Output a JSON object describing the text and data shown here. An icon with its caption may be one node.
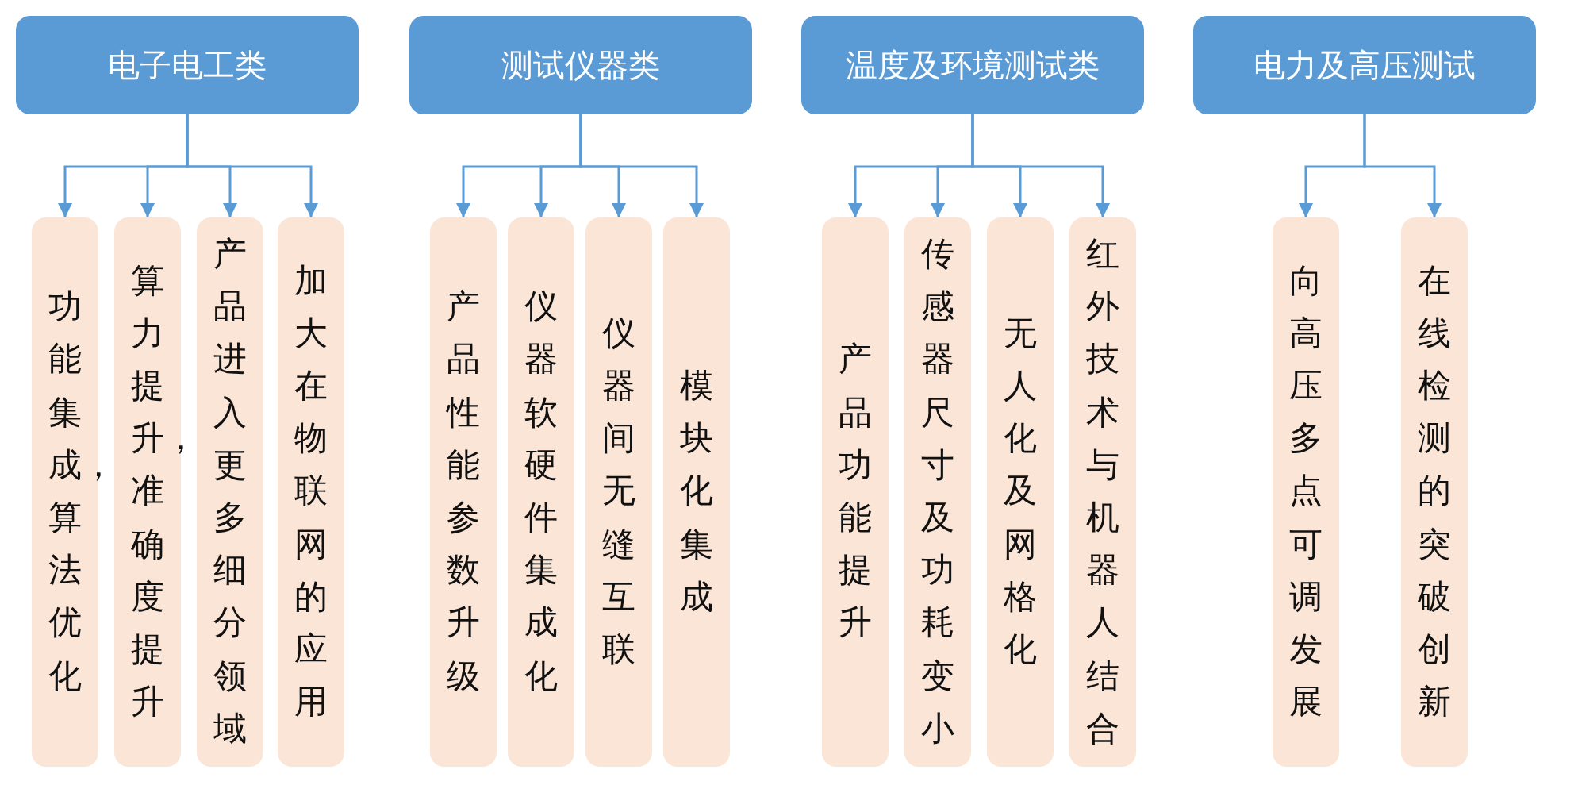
{
  "diagram": {
    "nodes": [
      {
        "text": [
          "电子电工类"
        ]
      },
      {
        "text": [
          "测试仪器类"
        ]
      },
      {
        "text": [
          "温度及环境测试类"
        ]
      },
      {
        "text": [
          "电力及高压测试"
        ]
      },
      {
        "text": [
          "功能集成，算法优化"
        ]
      },
      {
        "text": [
          "算力提升，准确度提升"
        ]
      },
      {
        "text": [
          "产品进入更多细分领域"
        ]
      },
      {
        "text": [
          "加大在物联网的应用"
        ]
      },
      {
        "text": [
          "产品性能参数升级"
        ]
      },
      {
        "text": [
          "仪器软硬件集成化"
        ]
      },
      {
        "text": [
          "仪器间无缝互联"
        ]
      },
      {
        "text": [
          "模块化集成"
        ]
      },
      {
        "text": [
          "产品功能提升"
        ]
      },
      {
        "text": [
          "传感器尺寸及功耗变小"
        ]
      },
      {
        "text": [
          "无人化及网格化"
        ]
      },
      {
        "text": [
          "红外技术与机器人结合"
        ]
      },
      {
        "text": [
          "向高压多点可调发展"
        ]
      },
      {
        "text": [
          "在线检测的突破创新"
        ]
      }
    ],
    "edges": [
      {
        "from": 0,
        "to": 4,
        "arrow": "to"
      },
      {
        "from": 0,
        "to": 5,
        "arrow": "to"
      },
      {
        "from": 0,
        "to": 6,
        "arrow": "to"
      },
      {
        "from": 0,
        "to": 7,
        "arrow": "to"
      },
      {
        "from": 1,
        "to": 8,
        "arrow": "to"
      },
      {
        "from": 1,
        "to": 9,
        "arrow": "to"
      },
      {
        "from": 1,
        "to": 10,
        "arrow": "to"
      },
      {
        "from": 1,
        "to": 11,
        "arrow": "to"
      },
      {
        "from": 2,
        "to": 12,
        "arrow": "to"
      },
      {
        "from": 2,
        "to": 13,
        "arrow": "to"
      },
      {
        "from": 2,
        "to": 14,
        "arrow": "to"
      },
      {
        "from": 2,
        "to": 15,
        "arrow": "to"
      },
      {
        "from": 3,
        "to": 16,
        "arrow": "to"
      },
      {
        "from": 3,
        "to": 17,
        "arrow": "to"
      }
    ]
  }
}
